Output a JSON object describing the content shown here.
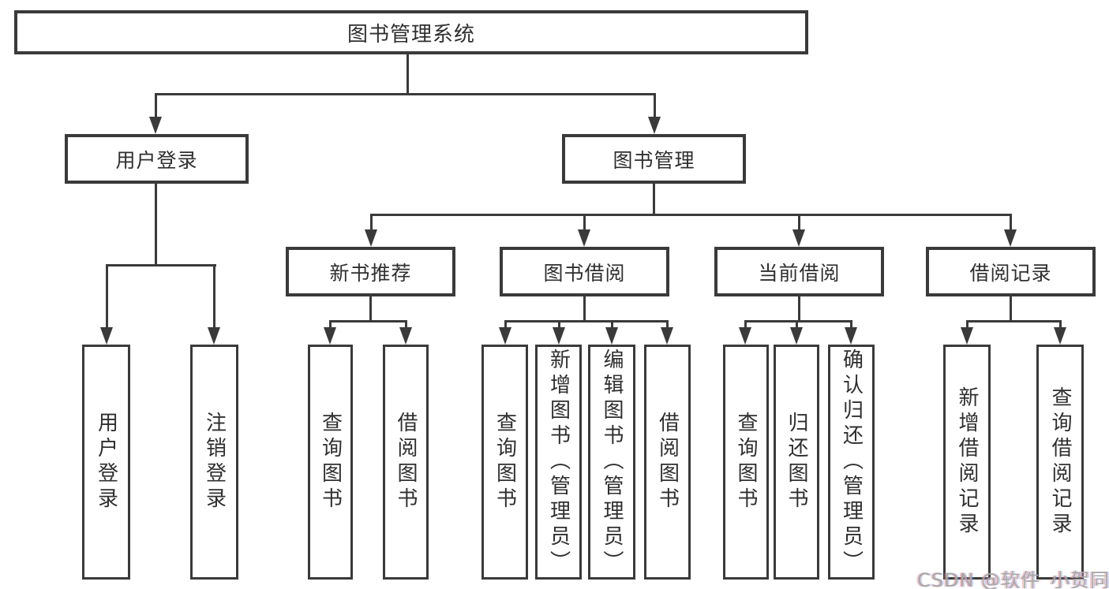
{
  "diagram": {
    "type": "hierarchy-tree",
    "colors": {
      "line": "#3a3a3a",
      "text": "#2f2f2f",
      "background": "#ffffff",
      "watermark": "#a8a8a8"
    },
    "tree": {
      "root": {
        "label": "图书管理系统",
        "children": [
          {
            "label": "用户登录",
            "children": [
              "用户登录",
              "注销登录"
            ]
          },
          {
            "label": "图书管理",
            "children": [
              {
                "label": "新书推荐",
                "children": [
                  "查询图书",
                  "借阅图书"
                ]
              },
              {
                "label": "图书借阅",
                "children": [
                  "查询图书",
                  "新增图书（管理员）",
                  "编辑图书（管理员）",
                  "借阅图书"
                ]
              },
              {
                "label": "当前借阅",
                "children": [
                  "查询图书",
                  "归还图书",
                  "确认归还（管理员）"
                ]
              },
              {
                "label": "借阅记录",
                "children": [
                  "新增借阅记录",
                  "查询借阅记录"
                ]
              }
            ]
          }
        ]
      }
    },
    "watermark": {
      "text": "CSDN @软件_小贺同学"
    }
  }
}
